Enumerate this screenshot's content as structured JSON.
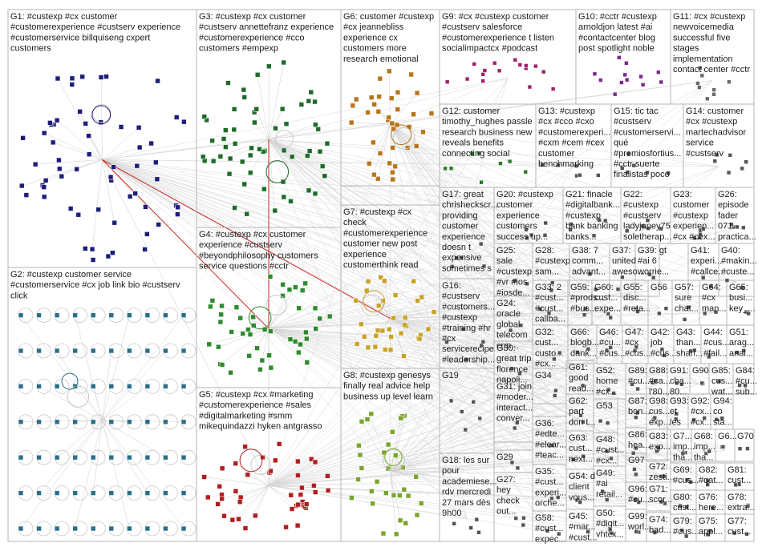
{
  "groups": [
    {
      "id": "G1",
      "lines": [
        "G1: #custexp #cx customer",
        "#customerexperience #custserv experience",
        "#customerservice billquiseng cxpert",
        "customers"
      ],
      "color": "#1d1d7a"
    },
    {
      "id": "G2",
      "lines": [
        "G2: #custexp customer service",
        "#customerservice #cx job link bio #custserv",
        "click"
      ],
      "color": "#2a6f8a"
    },
    {
      "id": "G3",
      "lines": [
        "G3: #custexp #cx customer",
        "#custserv annettefranz experience",
        "#customerexperience #cco",
        "customers #empexp"
      ],
      "color": "#1f6b2a"
    },
    {
      "id": "G4",
      "lines": [
        "G4: #custexp #cx customer",
        "experience #custserv",
        "#beyondphilosophy customers",
        "service questions #cctr"
      ],
      "color": "#2e8b2e"
    },
    {
      "id": "G5",
      "lines": [
        "G5: #custexp #cx #marketing",
        "#customerexperience #sales",
        "#digitalmarketing #smm",
        "mikequindazzi hyken antgrasso"
      ],
      "color": "#b01e1e"
    },
    {
      "id": "G6",
      "lines": [
        "G6: customer #custexp",
        "#cx jeannebliss",
        "experience cx",
        "customers more",
        "research emotional"
      ],
      "color": "#b8761a"
    },
    {
      "id": "G7",
      "lines": [
        "G7: #custexp #cx",
        "check",
        "#customerexperience",
        "customer new post",
        "experience",
        "customerthink read"
      ],
      "color": "#c9a227"
    },
    {
      "id": "G8",
      "lines": [
        "G8: #custexp genesys",
        "finally real advice help",
        "business up level learn"
      ],
      "color": "#7aa52a"
    },
    {
      "id": "G9",
      "lines": [
        "G9: #cx #custexp customer",
        "#custserv salesforce",
        "#customerexperience t listen",
        "socialimpactcx #podcast"
      ],
      "color": "#a0206a"
    },
    {
      "id": "G10",
      "lines": [
        "G10: #cctr #custexp",
        "arnoldjon latest #ai",
        "#contactcenter blog",
        "post spotlight noble"
      ],
      "color": "#7a2a8a"
    },
    {
      "id": "G11",
      "lines": [
        "G11: #cx #custexp",
        "newvoicemedia",
        "successful five",
        "stages",
        "implementation",
        "contact center #cctr"
      ],
      "color": "#6a6a6a"
    },
    {
      "id": "G12",
      "lines": [
        "G12: customer",
        "timothy_hughes passle",
        "research business new",
        "reveals benefits",
        "connecting social"
      ],
      "color": "#2a7a2a"
    },
    {
      "id": "G13",
      "lines": [
        "G13: #custexp",
        "#cx #cco #cxo",
        "#customerexperi...",
        "#cxm #cem #cex",
        "customer",
        "benchmarking"
      ],
      "color": "#555555"
    },
    {
      "id": "G15",
      "lines": [
        "G15: tic tac",
        "#custserv",
        "#customerservi...",
        "qué",
        "#premiosfortius...",
        "#cctr suerte",
        "finalistas poco"
      ],
      "color": "#555555"
    },
    {
      "id": "G14",
      "lines": [
        "G14: customer",
        "#cx #custexp",
        "martechadvisor",
        "service",
        "#custserv"
      ],
      "color": "#555555"
    },
    {
      "id": "G17",
      "lines": [
        "G17: great",
        "chrisheckscr...",
        "providing",
        "customer",
        "experience",
        "doesn t",
        "expensive",
        "sometimes s"
      ],
      "color": "#555555"
    },
    {
      "id": "G20",
      "lines": [
        "G20: #custexp",
        "customer",
        "experience",
        "customers",
        "success up..."
      ],
      "color": "#555555"
    },
    {
      "id": "G21",
      "lines": [
        "G21: finacle",
        "#digitalbank...",
        "#custexp",
        "bank banking",
        "banks..."
      ],
      "color": "#555555"
    },
    {
      "id": "G22",
      "lines": [
        "G22:",
        "#custexp",
        "#custserv",
        "ladyjaney75",
        "soletherap..."
      ],
      "color": "#555555"
    },
    {
      "id": "G23",
      "lines": [
        "G23:",
        "customer",
        "#custexp",
        "experien...",
        "#cx #cex..."
      ],
      "color": "#555555"
    },
    {
      "id": "G26",
      "lines": [
        "G26:",
        "episode",
        "fader",
        "071",
        "practica..."
      ],
      "color": "#555555"
    },
    {
      "id": "G16",
      "lines": [
        "G16:",
        "#custserv",
        "#customers...",
        "#custexp",
        "#training #hr",
        "#cx",
        "servicerecipe",
        "#leadership..."
      ],
      "color": "#555555"
    },
    {
      "id": "G25",
      "lines": [
        "G25:",
        "sale",
        "#custexp",
        "#vr #ios",
        "#iosde..."
      ],
      "color": "#555555"
    },
    {
      "id": "G28",
      "lines": [
        "G28:",
        "#custexp",
        "sam..."
      ],
      "color": "#555555"
    },
    {
      "id": "G38",
      "lines": [
        "G38: 7",
        "comm...",
        "advant..."
      ],
      "color": "#555555"
    },
    {
      "id": "G37",
      "lines": [
        "G37:",
        "united",
        "aweso..."
      ],
      "color": "#555555"
    },
    {
      "id": "G39",
      "lines": [
        "G39: gt",
        "#ai 6",
        "worrie..."
      ],
      "color": "#555555"
    },
    {
      "id": "G41",
      "lines": [
        "G41:",
        "experi...",
        "#callce..."
      ],
      "color": "#555555"
    },
    {
      "id": "G40",
      "lines": [
        "G40:",
        "#makin...",
        "#custe..."
      ],
      "color": "#555555"
    },
    {
      "id": "G24",
      "lines": [
        "G24:",
        "oracle",
        "global",
        "telecom",
        "crm..."
      ],
      "color": "#555555"
    },
    {
      "id": "G33",
      "lines": [
        "G33: 2",
        "#cust...",
        "#cust...",
        "callba..."
      ],
      "color": "#555555"
    },
    {
      "id": "G59",
      "lines": [
        "G59:",
        "#prods...",
        "#bus..."
      ],
      "color": "#555555"
    },
    {
      "id": "G60",
      "lines": [
        "G60:",
        "cust...",
        "expe..."
      ],
      "color": "#555555"
    },
    {
      "id": "G55",
      "lines": [
        "G55:",
        "disc...",
        "#reta..."
      ],
      "color": "#555555"
    },
    {
      "id": "G56",
      "lines": [
        "G56"
      ],
      "color": "#555555"
    },
    {
      "id": "G57",
      "lines": [
        "G57:",
        "sure",
        "chat..."
      ],
      "color": "#555555"
    },
    {
      "id": "G64",
      "lines": [
        "G64:",
        "#cx",
        "man..."
      ],
      "color": "#555555"
    },
    {
      "id": "G65",
      "lines": [
        "G65:",
        "busi...",
        "key_..."
      ],
      "color": "#555555"
    },
    {
      "id": "G32",
      "lines": [
        "G32:",
        "cust...",
        "custo...",
        "#cx..."
      ],
      "color": "#555555"
    },
    {
      "id": "G66",
      "lines": [
        "G66:",
        "blogb...",
        "dank..."
      ],
      "color": "#555555"
    },
    {
      "id": "G46",
      "lines": [
        "G46:",
        "#cu...",
        "#cus..."
      ],
      "color": "#555555"
    },
    {
      "id": "G47",
      "lines": [
        "G47:",
        "#cx",
        "#cus..."
      ],
      "color": "#555555"
    },
    {
      "id": "G42",
      "lines": [
        "G42:",
        "job",
        "#cus..."
      ],
      "color": "#555555"
    },
    {
      "id": "G43",
      "lines": [
        "G43:",
        "than...",
        "shari..."
      ],
      "color": "#555555"
    },
    {
      "id": "G44",
      "lines": [
        "G44:",
        "#cus...",
        "#fail..."
      ],
      "color": "#555555"
    },
    {
      "id": "G51",
      "lines": [
        "G51:",
        "arag...",
        "anal..."
      ],
      "color": "#555555"
    },
    {
      "id": "G30",
      "lines": [
        "G30:",
        "great trip",
        "florence",
        "napoli..."
      ],
      "color": "#555555"
    },
    {
      "id": "G19",
      "lines": [
        "G19"
      ],
      "color": "#555555"
    },
    {
      "id": "G34",
      "lines": [
        "G34"
      ],
      "color": "#555555"
    },
    {
      "id": "G61",
      "lines": [
        "G61:",
        "good",
        "read..."
      ],
      "color": "#555555"
    },
    {
      "id": "G52",
      "lines": [
        "G52:",
        "home",
        "#cx..."
      ],
      "color": "#555555"
    },
    {
      "id": "G89",
      "lines": [
        "G89:",
        "#cu..."
      ],
      "color": "#555555"
    },
    {
      "id": "G88",
      "lines": [
        "G88:",
        "#ca...",
        "l'80..."
      ],
      "color": "#555555"
    },
    {
      "id": "G91",
      "lines": [
        "G91:",
        "cha...",
        "80..."
      ],
      "color": "#555555"
    },
    {
      "id": "G90",
      "lines": [
        "G90"
      ],
      "color": "#555555"
    },
    {
      "id": "G85",
      "lines": [
        "G85:",
        "cus...",
        "wat..."
      ],
      "color": "#555555"
    },
    {
      "id": "G84",
      "lines": [
        "G84:",
        "#cu...",
        "sub..."
      ],
      "color": "#555555"
    },
    {
      "id": "G31",
      "lines": [
        "G31: join",
        "#moder...",
        "interact...",
        "conver..."
      ],
      "color": "#555555"
    },
    {
      "id": "G62",
      "lines": [
        "G62:",
        "part",
        "don t..."
      ],
      "color": "#555555"
    },
    {
      "id": "G53",
      "lines": [
        "G53"
      ],
      "color": "#555555"
    },
    {
      "id": "G87",
      "lines": [
        "G87:",
        "bon..."
      ],
      "color": "#555555"
    },
    {
      "id": "G98",
      "lines": [
        "G98:",
        "cus...",
        "exp..."
      ],
      "color": "#555555"
    },
    {
      "id": "G93",
      "lines": [
        "G93:",
        "et",
        "les"
      ],
      "color": "#555555"
    },
    {
      "id": "G92",
      "lines": [
        "G92:",
        "#cx...",
        "#cx..."
      ],
      "color": "#555555"
    },
    {
      "id": "G94",
      "lines": [
        "G94:",
        "co",
        "sta..."
      ],
      "color": "#555555"
    },
    {
      "id": "G36",
      "lines": [
        "G36:",
        "#edte...",
        "#elear...",
        "#teac..."
      ],
      "color": "#555555"
    },
    {
      "id": "G63",
      "lines": [
        "G63:",
        "cust...",
        "next..."
      ],
      "color": "#555555"
    },
    {
      "id": "G48",
      "lines": [
        "G48:",
        "#cust...",
        "#cx..."
      ],
      "color": "#555555"
    },
    {
      "id": "G86",
      "lines": [
        "G86:",
        "hea..."
      ],
      "color": "#555555"
    },
    {
      "id": "G83",
      "lines": [
        "G83:",
        "exp..."
      ],
      "color": "#555555"
    },
    {
      "id": "G76",
      "lines": [
        "G7...",
        "imp...",
        "tha..."
      ],
      "color": "#555555"
    },
    {
      "id": "G68",
      "lines": [
        "G68:",
        "imp...",
        "tha..."
      ],
      "color": "#555555"
    },
    {
      "id": "G67",
      "lines": [
        "G6..."
      ],
      "color": "#555555"
    },
    {
      "id": "G70",
      "lines": [
        "G70"
      ],
      "color": "#555555"
    },
    {
      "id": "G29",
      "lines": [
        "G29"
      ],
      "color": "#555555"
    },
    {
      "id": "G97",
      "lines": [
        "G97"
      ],
      "color": "#555555"
    },
    {
      "id": "G72",
      "lines": [
        "G72:",
        "zesti..."
      ],
      "color": "#555555"
    },
    {
      "id": "G69",
      "lines": [
        "G69:",
        "#cus..."
      ],
      "color": "#555555"
    },
    {
      "id": "G82",
      "lines": [
        "G82:",
        "#qat..."
      ],
      "color": "#555555"
    },
    {
      "id": "G81",
      "lines": [
        "G81:",
        "cust..."
      ],
      "color": "#555555"
    },
    {
      "id": "G18",
      "lines": [
        "G18: les sur",
        "pour",
        "academiese...",
        "rdv mercredi",
        "27 mars dès",
        "9h00"
      ],
      "color": "#555555"
    },
    {
      "id": "G35",
      "lines": [
        "G35:",
        "#cust...",
        "experi...",
        "orche..."
      ],
      "color": "#555555"
    },
    {
      "id": "G54",
      "lines": [
        "G54: d",
        "client",
        "vous..."
      ],
      "color": "#555555"
    },
    {
      "id": "G49",
      "lines": [
        "G49:",
        "#ai",
        "retail..."
      ],
      "color": "#555555"
    },
    {
      "id": "G96",
      "lines": [
        "G96:",
        "#cu..."
      ],
      "color": "#555555"
    },
    {
      "id": "G71",
      "lines": [
        "G71:",
        "scor..."
      ],
      "color": "#555555"
    },
    {
      "id": "G80",
      "lines": [
        "G80:",
        "cust..."
      ],
      "color": "#555555"
    },
    {
      "id": "G76b",
      "lines": [
        "G76:",
        "here..."
      ],
      "color": "#555555"
    },
    {
      "id": "G78",
      "lines": [
        "G78:",
        "extra..."
      ],
      "color": "#555555"
    },
    {
      "id": "G27",
      "lines": [
        "G27:",
        "hey",
        "check",
        "out..."
      ],
      "color": "#555555"
    },
    {
      "id": "G58",
      "lines": [
        "G58:",
        "#cust...",
        "expec..."
      ],
      "color": "#555555"
    },
    {
      "id": "G45",
      "lines": [
        "G45:",
        "#mar...",
        "#cust..."
      ],
      "color": "#555555"
    },
    {
      "id": "G50",
      "lines": [
        "G50:",
        "#digit...",
        "vhtcx..."
      ],
      "color": "#555555"
    },
    {
      "id": "G99",
      "lines": [
        "G99:",
        "worl..."
      ],
      "color": "#555555"
    },
    {
      "id": "G74",
      "lines": [
        "G74:",
        "bad..."
      ],
      "color": "#555555"
    },
    {
      "id": "G79",
      "lines": [
        "G79:",
        "#cus..."
      ],
      "color": "#555555"
    },
    {
      "id": "G75",
      "lines": [
        "G75:",
        "appl..."
      ],
      "color": "#555555"
    },
    {
      "id": "G77",
      "lines": [
        "G77:",
        "cust..."
      ],
      "color": "#555555"
    }
  ]
}
